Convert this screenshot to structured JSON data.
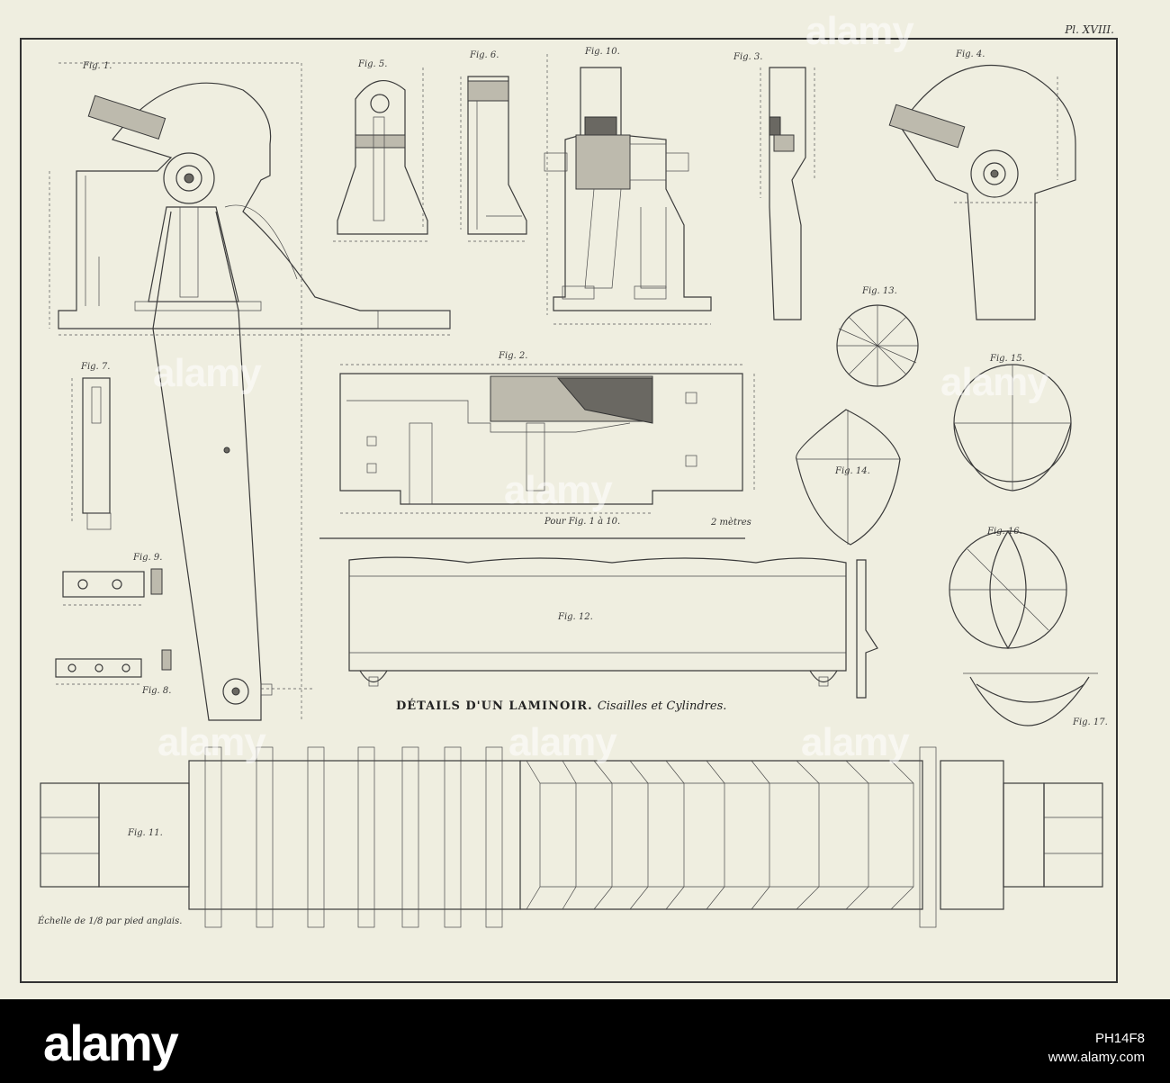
{
  "plate_number": "Pl. XVIII.",
  "title": {
    "main": "DÉTAILS D'UN LAMINOIR.",
    "sub": "Cisailles et Cylindres."
  },
  "figure_labels": {
    "fig1": "Fig. 1.",
    "fig2": "Fig. 2.",
    "fig3": "Fig. 3.",
    "fig4": "Fig. 4.",
    "fig5": "Fig. 5.",
    "fig6": "Fig. 6.",
    "fig7": "Fig. 7.",
    "fig8": "Fig. 8.",
    "fig9": "Fig. 9.",
    "fig10": "Fig. 10.",
    "fig11": "Fig. 11.",
    "fig12": "Fig. 12.",
    "fig13": "Fig. 13.",
    "fig14": "Fig. 14.",
    "fig15": "Fig. 15.",
    "fig16": "Fig. 16.",
    "fig17": "Fig. 17."
  },
  "scale_bar": {
    "caption": "Pour Fig. 1 à 10.",
    "end_label": "2 mètres"
  },
  "scale_note": "Échelle de 1/8 par pied anglais.",
  "watermark": {
    "brand": "alamy",
    "image_code": "PH14F8",
    "url": "www.alamy.com"
  }
}
